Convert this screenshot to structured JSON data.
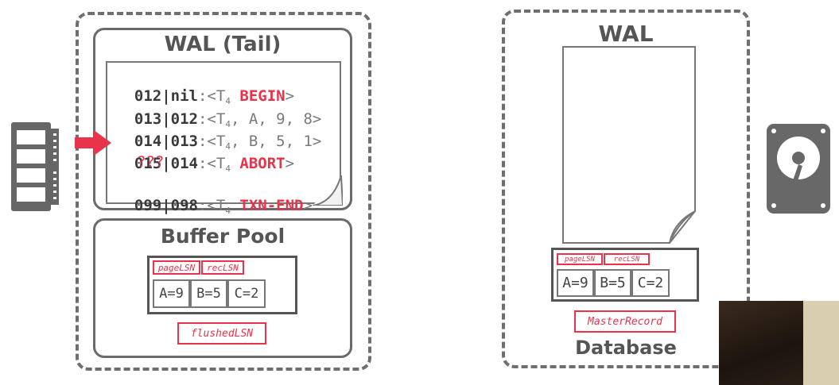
{
  "memory": {
    "wal_tail": {
      "title": "WAL (Tail)",
      "records": [
        {
          "lsn": "012|nil",
          "sep": ":",
          "prefix": "<T",
          "sub": "4",
          "rest": " ",
          "keyword": "BEGIN",
          "suffix": ">"
        },
        {
          "lsn": "013|012",
          "sep": ":",
          "prefix": "<T",
          "sub": "4",
          "rest": ", A, 9, 8>",
          "keyword": "",
          "suffix": ""
        },
        {
          "lsn": "014|013",
          "sep": ":",
          "prefix": "<T",
          "sub": "4",
          "rest": ", B, 5, 1>",
          "keyword": "",
          "suffix": ""
        },
        {
          "lsn": "015|014",
          "sep": ":",
          "prefix": "<T",
          "sub": "4",
          "rest": " ",
          "keyword": "ABORT",
          "suffix": ">"
        },
        {
          "lsn": "099|098",
          "sep": ":",
          "prefix": "<T",
          "sub": "4",
          "rest": " ",
          "keyword": "TXN-END",
          "suffix": ">"
        }
      ],
      "placeholder": "???"
    },
    "buffer_pool": {
      "title": "Buffer Pool",
      "page_tags": [
        "pageLSN",
        "recLSN"
      ],
      "values": [
        "A=9",
        "B=5",
        "C=2"
      ],
      "flushed_lsn_label": "flushedLSN"
    }
  },
  "disk": {
    "wal_title": "WAL",
    "page_tags": [
      "pageLSN",
      "recLSN"
    ],
    "values": [
      "A=9",
      "B=5",
      "C=2"
    ],
    "master_record_label": "MasterRecord",
    "database_label": "Database"
  },
  "colors": {
    "accent_red": "#e8334a",
    "border_gray": "#6e6e6e",
    "text_gray": "#555555"
  },
  "icons": [
    "ram-chip-icon",
    "arrow-right-icon",
    "hard-drive-icon"
  ]
}
